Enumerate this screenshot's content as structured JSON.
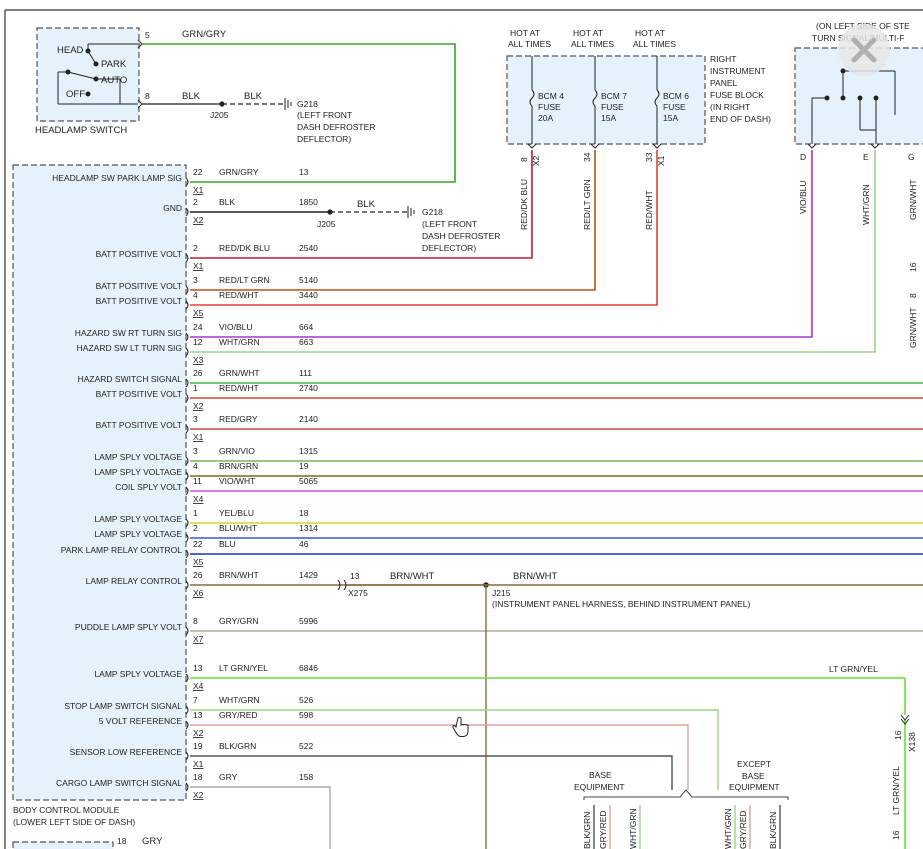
{
  "headlamp_switch": {
    "title": "HEADLAMP SWITCH",
    "positions": [
      "HEAD",
      "PARK",
      "AUTO",
      "OFF"
    ],
    "pins": [
      "5",
      "8"
    ]
  },
  "top_wires": {
    "w5_color": "GRN/GRY",
    "w8_color": "BLK",
    "w8_color2": "BLK",
    "splice_top": "J205",
    "ground_top": [
      "G218",
      "(LEFT FRONT",
      "DASH DEFROSTER",
      "DEFLECTOR)"
    ]
  },
  "fuse_block": {
    "label": [
      "RIGHT",
      "INSTRUMENT",
      "PANEL",
      "FUSE BLOCK",
      "(IN RIGHT",
      "END OF DASH)"
    ],
    "hot": [
      "HOT AT",
      "ALL TIMES"
    ],
    "fuses": [
      {
        "name": [
          "BCM 4",
          "FUSE",
          "20A"
        ],
        "pin": "8",
        "conn": "X2",
        "wire": "RED/DK BLU"
      },
      {
        "name": [
          "BCM 7",
          "FUSE",
          "15A"
        ],
        "pin": "34",
        "conn": "",
        "wire": "RED/LT GRN"
      },
      {
        "name": [
          "BCM 6",
          "FUSE",
          "15A"
        ],
        "pin": "33",
        "conn": "X1",
        "wire": "RED/WHT"
      }
    ]
  },
  "turn_switch": {
    "label": [
      "(ON LEFT SIDE OF STE",
      "TURN SIGNAL/MULTI-F"
    ],
    "pins": [
      "D",
      "E",
      "G"
    ],
    "wires": [
      "VIO/BLU",
      "WHT/GRN",
      "GRN/WHT"
    ],
    "right_texts": [
      "16",
      "8",
      "GRN/WHT"
    ]
  },
  "bcm": {
    "title": [
      "BODY CONTROL MODULE",
      "(LOWER LEFT SIDE OF DASH)"
    ],
    "rows": [
      {
        "sig": "HEADLAMP SW PARK LAMP SIG",
        "pin": "22",
        "color": "GRN/GRY",
        "circuit": "13",
        "conn": "X1"
      },
      {
        "sig": "GND",
        "pin": "2",
        "color": "BLK",
        "circuit": "1850",
        "conn": "X2"
      },
      {
        "sig": "BATT POSITIVE VOLT",
        "pin": "2",
        "color": "RED/DK BLU",
        "circuit": "2540",
        "conn": "X1"
      },
      {
        "sig": "BATT POSITIVE VOLT",
        "pin": "3",
        "color": "RED/LT GRN",
        "circuit": "5140",
        "conn": ""
      },
      {
        "sig": "BATT POSITIVE VOLT",
        "pin": "4",
        "color": "RED/WHT",
        "circuit": "3440",
        "conn": "X5"
      },
      {
        "sig": "HAZARD SW RT TURN SIG",
        "pin": "24",
        "color": "VIO/BLU",
        "circuit": "664",
        "conn": ""
      },
      {
        "sig": "HAZARD SW LT TURN SIG",
        "pin": "12",
        "color": "WHT/GRN",
        "circuit": "663",
        "conn": "X3"
      },
      {
        "sig": "HAZARD SWITCH SIGNAL",
        "pin": "26",
        "color": "GRN/WHT",
        "circuit": "111",
        "conn": ""
      },
      {
        "sig": "BATT POSITIVE VOLT",
        "pin": "1",
        "color": "RED/WHT",
        "circuit": "2740",
        "conn": "X2"
      },
      {
        "sig": "BATT POSITIVE VOLT",
        "pin": "3",
        "color": "RED/GRY",
        "circuit": "2140",
        "conn": "X1"
      },
      {
        "sig": "LAMP SPLY VOLTAGE",
        "pin": "3",
        "color": "GRN/VIO",
        "circuit": "1315",
        "conn": ""
      },
      {
        "sig": "LAMP SPLY VOLTAGE",
        "pin": "4",
        "color": "BRN/GRN",
        "circuit": "19",
        "conn": ""
      },
      {
        "sig": "COIL SPLY VOLT",
        "pin": "11",
        "color": "VIO/WHT",
        "circuit": "5065",
        "conn": "X4"
      },
      {
        "sig": "LAMP SPLY VOLTAGE",
        "pin": "1",
        "color": "YEL/BLU",
        "circuit": "18",
        "conn": ""
      },
      {
        "sig": "LAMP SPLY VOLTAGE",
        "pin": "2",
        "color": "BLU/WHT",
        "circuit": "1314",
        "conn": ""
      },
      {
        "sig": "PARK LAMP RELAY CONTROL",
        "pin": "22",
        "color": "BLU",
        "circuit": "46",
        "conn": "X5"
      },
      {
        "sig": "LAMP RELAY CONTROL",
        "pin": "26",
        "color": "BRN/WHT",
        "circuit": "1429",
        "conn": "X6"
      },
      {
        "sig": "PUDDLE LAMP SPLY VOLT",
        "pin": "8",
        "color": "GRY/GRN",
        "circuit": "5996",
        "conn": "X7"
      },
      {
        "sig": "LAMP SPLY VOLTAGE",
        "pin": "13",
        "color": "LT GRN/YEL",
        "circuit": "6846",
        "conn": "X4"
      },
      {
        "sig": "STOP LAMP SWITCH SIGNAL",
        "pin": "7",
        "color": "WHT/GRN",
        "circuit": "526",
        "conn": ""
      },
      {
        "sig": "5 VOLT REFERENCE",
        "pin": "13",
        "color": "GRY/RED",
        "circuit": "598",
        "conn": "X2"
      },
      {
        "sig": "SENSOR LOW REFERENCE",
        "pin": "19",
        "color": "BLK/GRN",
        "circuit": "522",
        "conn": "X1"
      },
      {
        "sig": "CARGO LAMP SWITCH SIGNAL",
        "pin": "18",
        "color": "GRY",
        "circuit": "158",
        "conn": "X2"
      }
    ]
  },
  "gnd_branch": {
    "color": "BLK",
    "splice": "J205",
    "ground": [
      "G218",
      "(LEFT FRONT",
      "DASH DEFROSTER",
      "DEFLECTOR)"
    ]
  },
  "relay_branch": {
    "conn_pin": "13",
    "conn": "X275",
    "color1": "BRN/WHT",
    "color2": "BRN/WHT",
    "splice": "J215",
    "splice_desc": "(INSTRUMENT PANEL HARNESS, BEHIND INSTRUMENT PANEL)"
  },
  "ltgrn_branch": {
    "color": "LT GRN/YEL",
    "pin": "16",
    "conn": "X138",
    "vert_color": "LT GRN/YEL",
    "vert_pin": "16"
  },
  "equipment": {
    "base": [
      "BASE",
      "EQUIPMENT"
    ],
    "except": [
      "EXCEPT",
      "BASE",
      "EQUIPMENT"
    ],
    "bottom_wires": [
      "BLK/GRN",
      "GRY/RED",
      "WHT/GRN",
      "WHT/GRN",
      "GRY/RED",
      "BLK/GRN"
    ]
  },
  "bottom_row": {
    "pin": "18",
    "color": "GRY"
  },
  "colors": {
    "GRN/GRY": "#3aa52b",
    "BLK": "#222222",
    "RED/DK BLU": "#b5203a",
    "RED/LT GRN": "#b5531c",
    "RED/WHT": "#e0403a",
    "VIO/BLU": "#a933d6",
    "WHT/GRN": "#9fd08a",
    "GRN/WHT": "#3fb53f",
    "RED/GRY": "#d8424a",
    "GRN/VIO": "#7fb05a",
    "BRN/GRN": "#7a6a22",
    "VIO/WHT": "#d14de6",
    "YEL/BLU": "#d9d22a",
    "BLU/WHT": "#3b56d6",
    "BLU": "#1c2bd0",
    "BRN/WHT": "#8a6a3a",
    "GRY/GRN": "#a3b39a",
    "LT GRN/YEL": "#6fdc3a",
    "GRY/RED": "#e0a3a3",
    "BLK/GRN": "#4a5a4a",
    "GRY": "#aaaaaa"
  }
}
